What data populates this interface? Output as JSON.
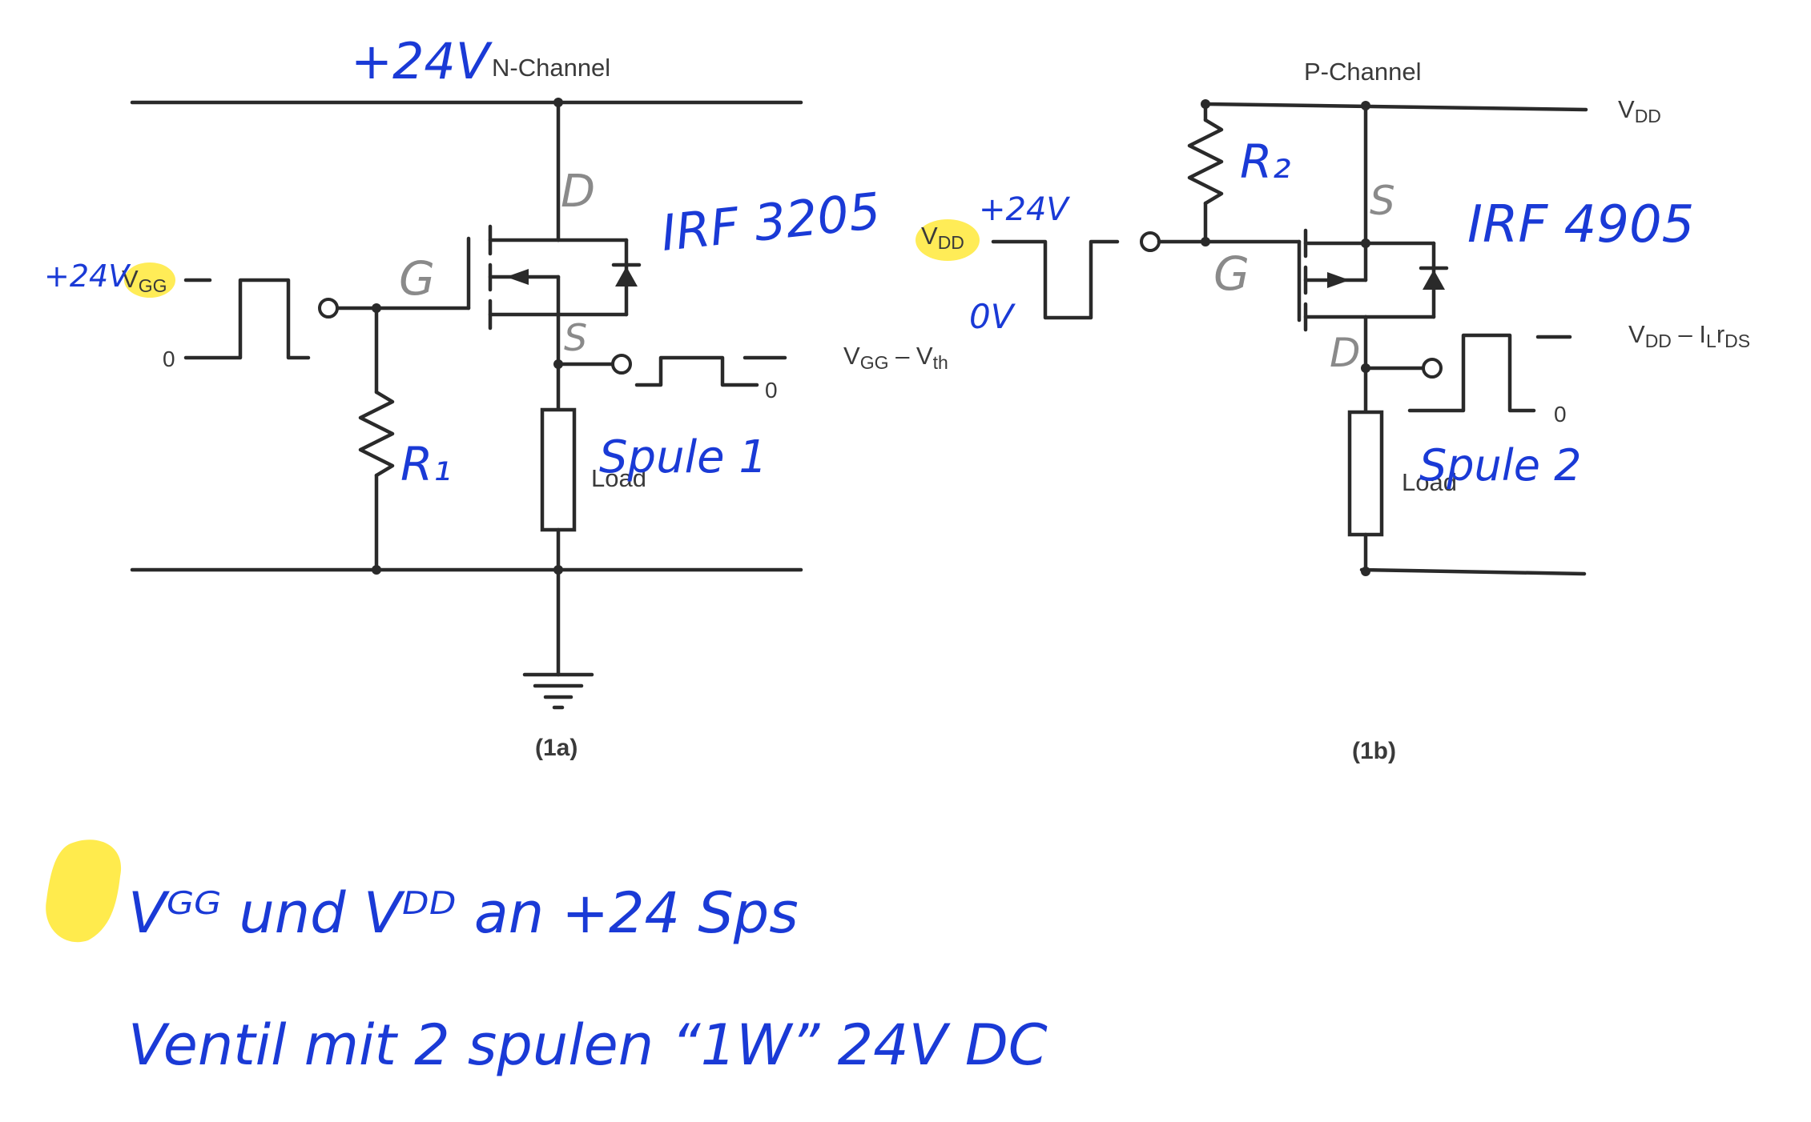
{
  "colors": {
    "ink": "#1a3ad6",
    "pencil": "#8a8a8a",
    "highlight": "#ffe93a",
    "printed": "#3a3a3a",
    "wire": "#2a2a2a"
  },
  "circuit_a": {
    "title": "N-Channel",
    "caption": "(1a)",
    "gate_supply": "V",
    "gate_supply_sub": "GG",
    "low_level": "0",
    "output_label_v": "V",
    "output_label_sub1": "GG",
    "output_label_mid": " – V",
    "output_label_sub2": "th",
    "output_low": "0",
    "load_label": "Load"
  },
  "circuit_b": {
    "title": "P-Channel",
    "caption": "(1b)",
    "rail_label": "V",
    "rail_label_sub": "DD",
    "input_label": "V",
    "input_label_sub": "DD",
    "output_label_v": "V",
    "output_label_sub1": "DD",
    "output_label_mid": " – I",
    "output_label_sub2": "L",
    "output_label_r": "r",
    "output_label_sub3": "DS",
    "output_low": "0",
    "load_label": "Load"
  },
  "annotations": {
    "a_supply": "+24V",
    "a_gate_supply": "+24V",
    "a_drain": "D",
    "a_gate": "G",
    "a_source": "S",
    "a_part": "IRF 3205",
    "a_resistor": "R₁",
    "a_coil": "Spule 1",
    "b_input_high": "+24V",
    "b_input_low": "0V",
    "b_resistor": "R₂",
    "b_source": "S",
    "b_gate": "G",
    "b_drain": "D",
    "b_part": "IRF 4905",
    "b_coil": "Spule 2"
  },
  "notes": {
    "line1": "Vᴳᴳ und Vᴰᴰ an +24 Sps",
    "line2": "Ventil mit 2 spulen “1W” 24V DC"
  }
}
